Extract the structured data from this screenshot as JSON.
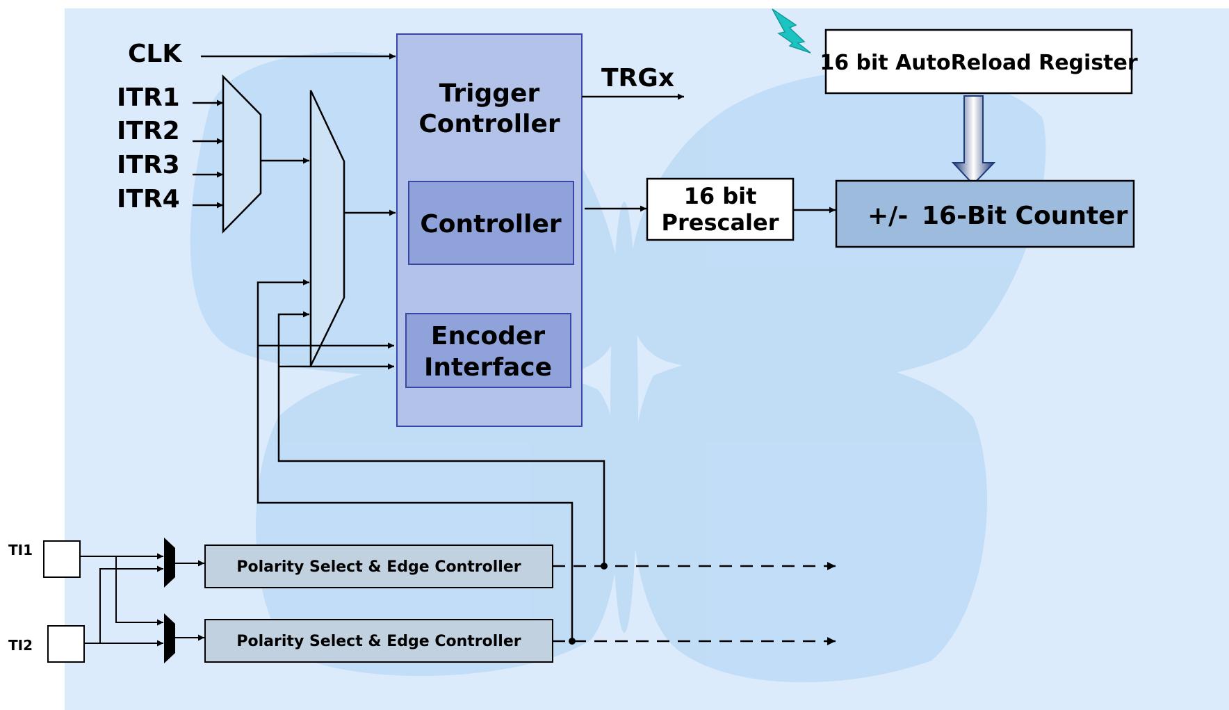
{
  "colors": {
    "background": "#dcebfb",
    "watermark": "#bfdcf6",
    "trigger_block": "#b2c2e8",
    "inner_block": "#8fa2da",
    "counter_block": "#9dbbdc",
    "polarity_block": "#c2d1e0",
    "border_blue": "#3a47a8",
    "lightning": "#1cc3c3"
  },
  "inputs": {
    "clk": "CLK",
    "itr1": "ITR1",
    "itr2": "ITR2",
    "itr3": "ITR3",
    "itr4": "ITR4",
    "ti1": "TI1",
    "ti2": "TI2"
  },
  "trigger_controller": {
    "title_line1": "Trigger",
    "title_line2": "Controller",
    "controller": "Controller",
    "encoder_line1": "Encoder",
    "encoder_line2": "Interface"
  },
  "trgx": "TRGx",
  "prescaler": {
    "line1": "16 bit",
    "line2": "Prescaler"
  },
  "autoreload": "16 bit AutoReload Register",
  "counter": {
    "sign": "+/-",
    "label": "16-Bit Counter"
  },
  "polarity": {
    "row1": "Polarity Select & Edge Controller",
    "row2": "Polarity Select & Edge Controller"
  },
  "icons": {
    "lightning": "lightning-icon"
  }
}
